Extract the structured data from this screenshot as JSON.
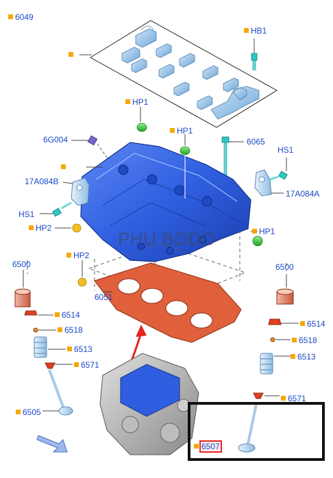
{
  "labels": {
    "p6049": "6049",
    "hb1": "HB1",
    "hp1_top": "HP1",
    "hp1_mid": "HP1",
    "g6g004": "6G004",
    "p6065": "6065",
    "hs1_right": "HS1",
    "a17a084b": "17A084B",
    "a17a084a": "17A084A",
    "hs1_left": "HS1",
    "hp2_left": "HP2",
    "hp1_right": "HP1",
    "p6500_left": "6500",
    "hp2_mid": "HP2",
    "p6500_right": "6500",
    "p6051": "6051",
    "p6514_left": "6514",
    "p6518_left": "6518",
    "p6513_left": "6513",
    "p6571_left": "6571",
    "p6505": "6505",
    "p6514_right": "6514",
    "p6518_right": "6518",
    "p6513_right": "6513",
    "p6571_right": "6571",
    "p6507": "6507"
  },
  "watermark": "PHU BODO",
  "colors": {
    "label_text": "#1a49c7",
    "ref_square": "#f5a800",
    "cylinder_head": "#2f5fe0",
    "gasket": "#e0603c",
    "valve_parts": "#7fb4e0",
    "plug_green": "#3dc43d",
    "highlight_frame": "#111111",
    "arrow_red": "#e52420"
  }
}
